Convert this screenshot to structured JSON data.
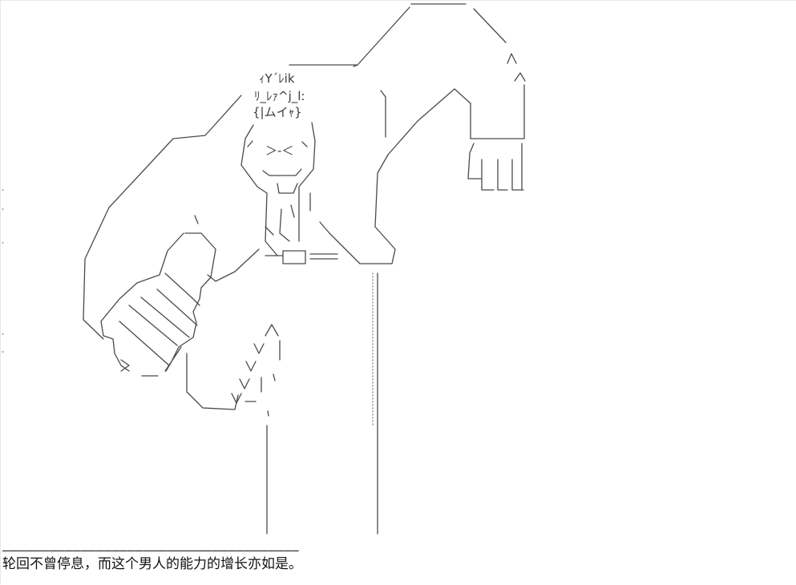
{
  "art": {
    "description_icon": "ascii-art-figure",
    "face_lines": [
      "ｨY´ﾚik",
      "ﾘ_ﾚｧ^j_l:",
      "{|ムイｬ}"
    ],
    "eye_marks": "＞‐＜"
  },
  "divider": {
    "text": "——————————————————————————————————————"
  },
  "caption": {
    "text": "轮回不曾停息，而这个男人的能力的增长亦如是。"
  }
}
